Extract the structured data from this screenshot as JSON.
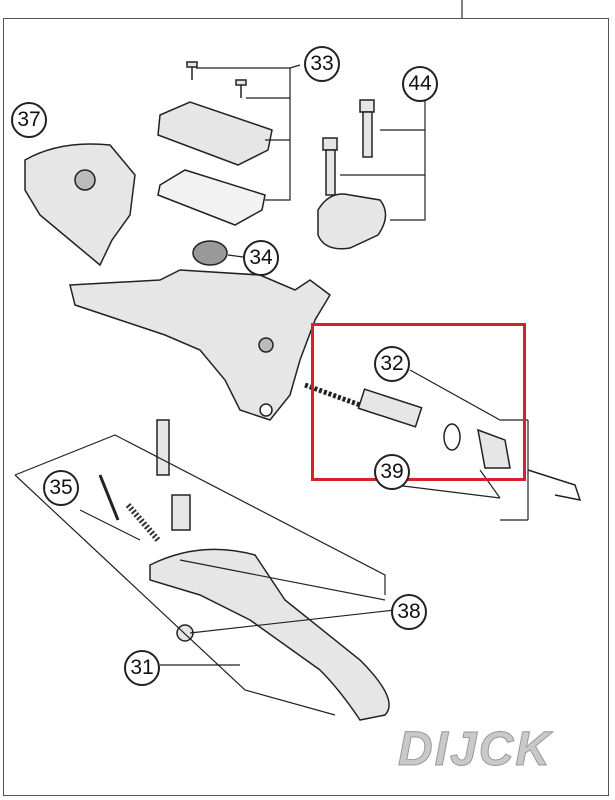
{
  "callouts": {
    "c33": "33",
    "c44": "44",
    "c37": "37",
    "c34": "34",
    "c32": "32",
    "c39": "39",
    "c35": "35",
    "c38": "38",
    "c31": "31"
  },
  "watermark": "DIJCK",
  "colors": {
    "highlight": "#d9202a",
    "line": "#222222",
    "part_fill": "#e6e6e6"
  }
}
